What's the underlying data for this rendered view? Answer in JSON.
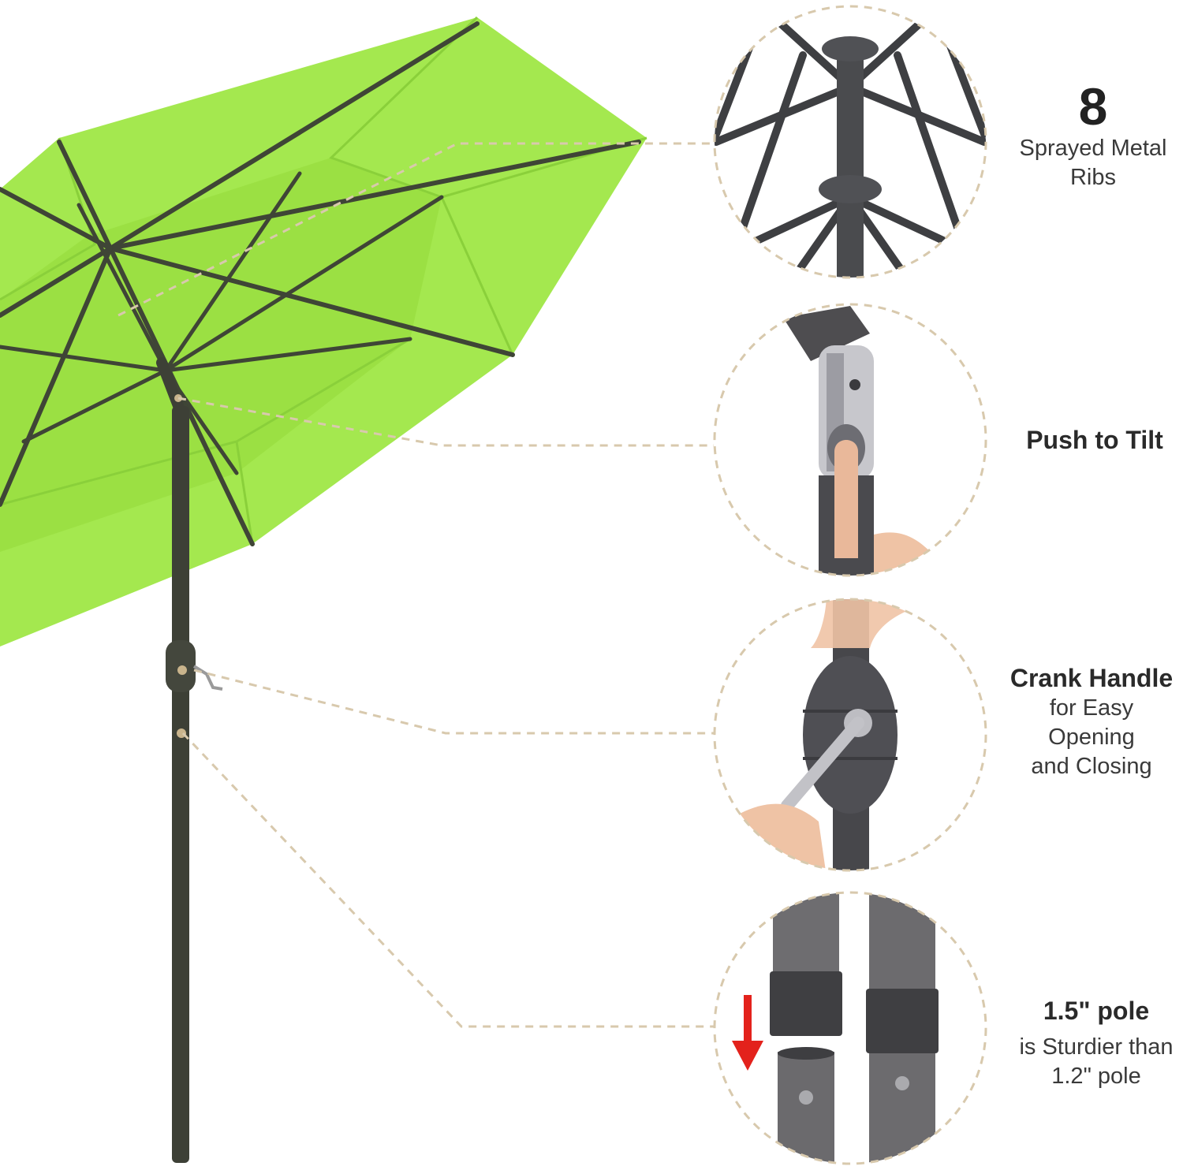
{
  "colors": {
    "canopy": "#a4e84f",
    "canopy_shade": "#90d640",
    "frame": "#3f4536",
    "pole": "#3d4036",
    "metal": "#6a6a6c",
    "dashed_line": "#d8c9ad",
    "arrow": "#e3221c"
  },
  "features": [
    {
      "icon": "ribs-closeup",
      "number": "8",
      "title": "",
      "lines": [
        "Sprayed Metal",
        "Ribs"
      ]
    },
    {
      "icon": "tilt-closeup",
      "number": "",
      "title": "Push to Tilt",
      "lines": []
    },
    {
      "icon": "crank-closeup",
      "number": "",
      "title": "Crank Handle",
      "lines": [
        "for Easy",
        "Opening",
        "and Closing"
      ]
    },
    {
      "icon": "pole-closeup",
      "number": "",
      "title": "1.5\" pole",
      "lines": [
        "is Sturdier than",
        "1.2\" pole"
      ]
    }
  ]
}
